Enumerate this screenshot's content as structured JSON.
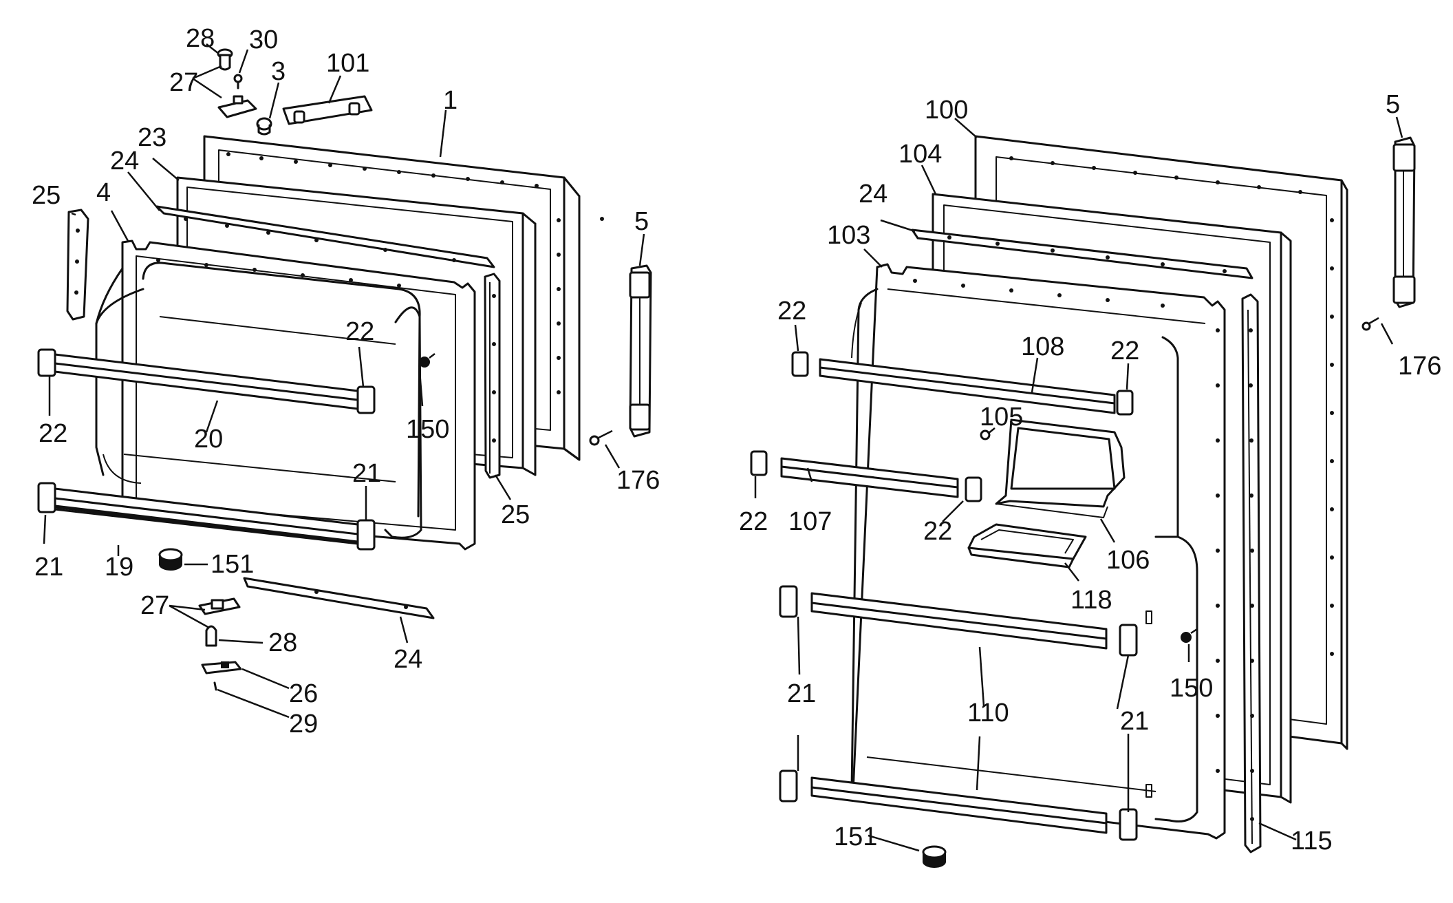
{
  "labels": {
    "l28a": "28",
    "l30": "30",
    "l27a": "27",
    "l3": "3",
    "l101": "101",
    "l1": "1",
    "l23": "23",
    "l24a": "24",
    "l25a": "25",
    "l4": "4",
    "l5a": "5",
    "l22a": "22",
    "l22b": "22",
    "l20": "20",
    "l150a": "150",
    "l176a": "176",
    "l21a": "21",
    "l25b": "25",
    "l21b": "21",
    "l19": "19",
    "l151a": "151",
    "l27b": "27",
    "l28b": "28",
    "l24b": "24",
    "l26": "26",
    "l29": "29",
    "l100": "100",
    "l5b": "5",
    "l104": "104",
    "l24c": "24",
    "l103": "103",
    "l176b": "176",
    "l22c": "22",
    "l108": "108",
    "l22d": "22",
    "l105": "105",
    "l22e": "22",
    "l107": "107",
    "l22f": "22",
    "l106": "106",
    "l118": "118",
    "l21c": "21",
    "l150b": "150",
    "l110": "110",
    "l21d": "21",
    "l151b": "151",
    "l115": "115"
  }
}
